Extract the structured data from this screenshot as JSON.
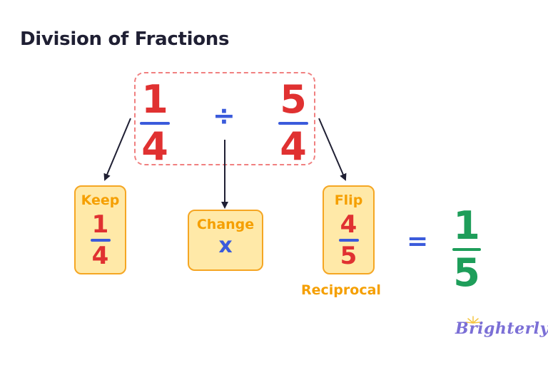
{
  "title": "Division of Fractions",
  "expression": {
    "left": {
      "num": "1",
      "den": "4"
    },
    "operator": "÷",
    "right": {
      "num": "5",
      "den": "4"
    }
  },
  "keep": {
    "label": "Keep",
    "num": "1",
    "den": "4"
  },
  "change": {
    "label": "Change",
    "symbol": "x"
  },
  "flip": {
    "label": "Flip",
    "num": "4",
    "den": "5",
    "caption": "Reciprocal"
  },
  "equals": "=",
  "result": {
    "num": "1",
    "den": "5"
  },
  "logo": "Brighterly",
  "colors": {
    "numerals": "#e03131",
    "fraction_bar": "#3b5bdb",
    "operators": "#3b5bdb",
    "box_fill": "#ffe9a8",
    "box_border": "#f5a623",
    "box_label": "#f59f00",
    "result": "#1e9e5a",
    "dashed_border": "#f08080",
    "logo": "#7b6fd6"
  }
}
